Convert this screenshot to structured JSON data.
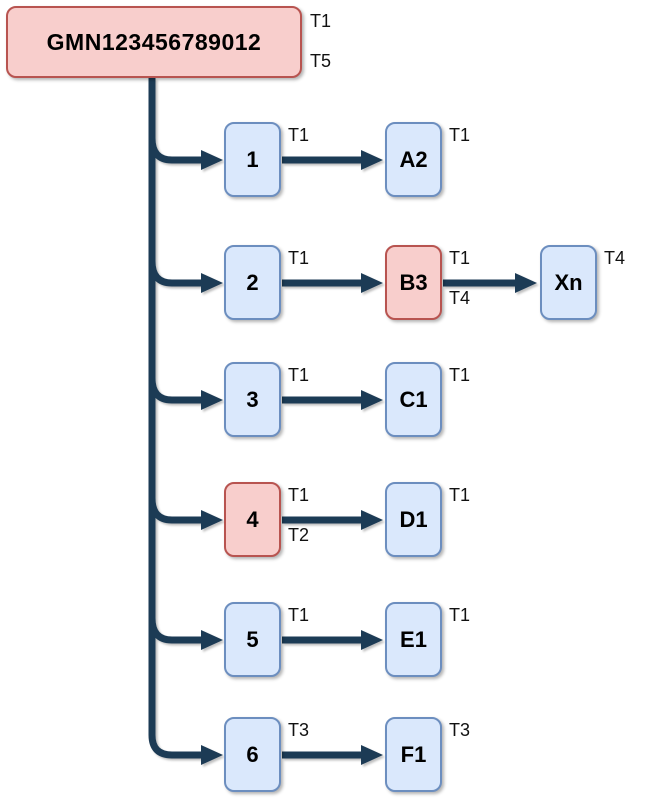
{
  "root": {
    "label": "GMN123456789012",
    "variant": "red",
    "tags": [
      "T1",
      "T5"
    ]
  },
  "rows": [
    {
      "source": {
        "label": "1",
        "variant": "blue",
        "tags": [
          "T1"
        ]
      },
      "target": {
        "label": "A2",
        "variant": "blue",
        "tags": [
          "T1"
        ]
      }
    },
    {
      "source": {
        "label": "2",
        "variant": "blue",
        "tags": [
          "T1"
        ]
      },
      "target": {
        "label": "B3",
        "variant": "red",
        "tags": [
          "T1",
          "T4"
        ]
      },
      "extra": {
        "label": "Xn",
        "variant": "blue",
        "tags": [
          "T4"
        ]
      }
    },
    {
      "source": {
        "label": "3",
        "variant": "blue",
        "tags": [
          "T1"
        ]
      },
      "target": {
        "label": "C1",
        "variant": "blue",
        "tags": [
          "T1"
        ]
      }
    },
    {
      "source": {
        "label": "4",
        "variant": "red",
        "tags": [
          "T1",
          "T2"
        ]
      },
      "target": {
        "label": "D1",
        "variant": "blue",
        "tags": [
          "T1"
        ]
      }
    },
    {
      "source": {
        "label": "5",
        "variant": "blue",
        "tags": [
          "T1"
        ]
      },
      "target": {
        "label": "E1",
        "variant": "blue",
        "tags": [
          "T1"
        ]
      }
    },
    {
      "source": {
        "label": "6",
        "variant": "blue",
        "tags": [
          "T3"
        ]
      },
      "target": {
        "label": "F1",
        "variant": "blue",
        "tags": [
          "T3"
        ]
      }
    }
  ],
  "colors": {
    "node_blue_fill": "#dae8fc",
    "node_blue_border": "#6c8ebf",
    "node_red_fill": "#f8cecc",
    "node_red_border": "#b85450",
    "arrow": "#1f3b54",
    "text": "#000000",
    "background": "#ffffff"
  }
}
